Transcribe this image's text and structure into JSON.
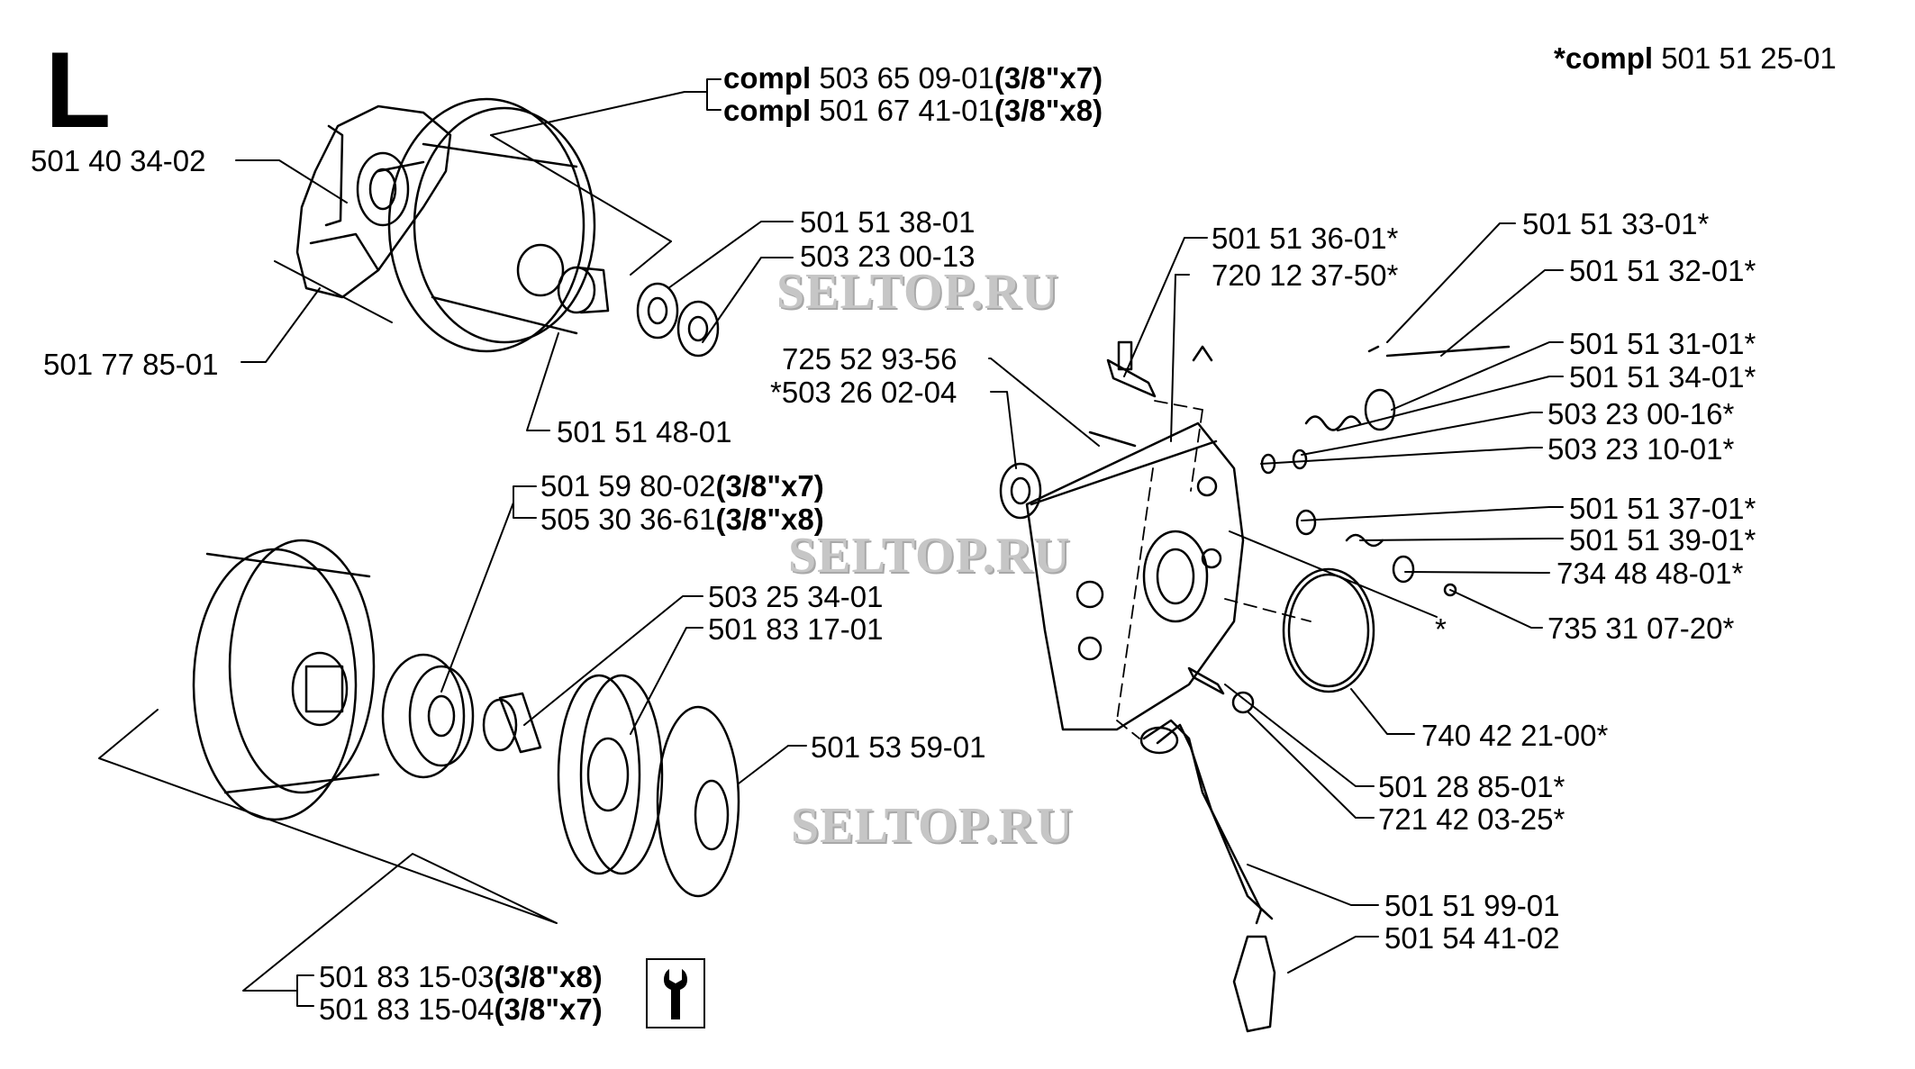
{
  "section": "L",
  "watermark": "SELTOP.RU",
  "header_note": {
    "bold": "*compl",
    "num": " 501 51 25-01"
  },
  "labels": {
    "compl_a": {
      "bold": "compl",
      "num": " 503 65 09-01",
      "size": "(3/8\"x7)"
    },
    "compl_b": {
      "bold": "compl",
      "num": " 501 67 41-01",
      "size": "(3/8\"x8)"
    },
    "p1": "501 40 34-02",
    "p2": "501 77 85-01",
    "p3": "501 51 38-01",
    "p4": "503 23 00-13",
    "p5": "501 51 48-01",
    "p6": {
      "num": "501 59 80-02",
      "size": "(3/8\"x7)"
    },
    "p7": {
      "num": "505 30 36-61",
      "size": "(3/8\"x8)"
    },
    "p8": "503 25 34-01",
    "p9": "501 83 17-01",
    "p10": "501 53 59-01",
    "p11": {
      "num": "501 83 15-03",
      "size": "(3/8\"x8)"
    },
    "p12": {
      "num": "501 83 15-04",
      "size": "(3/8\"x7)"
    },
    "r1": "501 51 36-01*",
    "r2": "720 12 37-50*",
    "r3": "725 52 93-56",
    "r4": "*503 26 02-04",
    "r5": "501 51 33-01*",
    "r6": "501 51 32-01*",
    "r7": "501 51 31-01*",
    "r8": "501 51 34-01*",
    "r9": "503 23 00-16*",
    "r10": "503 23 10-01*",
    "r11": "501 51 37-01*",
    "r12": "501 51 39-01*",
    "r13": "734 48 48-01*",
    "r14": "735 31 07-20*",
    "r15": "*",
    "r16": "740 42 21-00*",
    "r17": "501 28 85-01*",
    "r18": "721 42 03-25*",
    "r19": "501 51 99-01",
    "r20": "501 54 41-02"
  },
  "icons": {
    "tool": "wrench-icon"
  }
}
